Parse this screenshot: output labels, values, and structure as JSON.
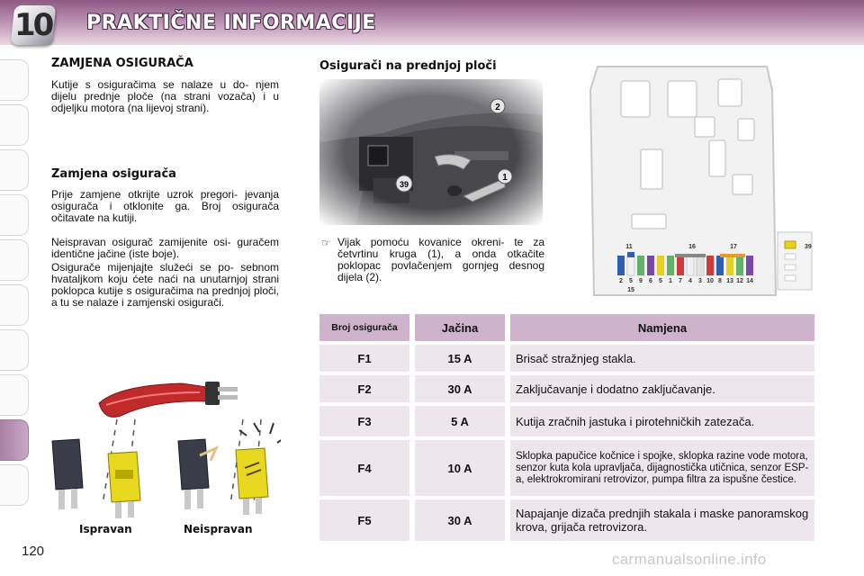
{
  "header": {
    "chapter_number": "10",
    "title": "PRAKTIČNE INFORMACIJE"
  },
  "page_number": "120",
  "left": {
    "section_title": "ZAMJENA OSIGURAČA",
    "intro": "Kutije s osiguračima se nalaze u do- njem dijelu prednje ploče (na strani vozača) i u odjeljku motora (na lijevoj strani).",
    "subsection_title": "Zamjena osigurača",
    "para1": "Prije zamjene otkrijte uzrok pregori- jevanja osigurača i otklonite ga. Broj osigurača očitavate na kutiji.",
    "para2": "Neispravan osigurač zamijenite osi- guračem identične jačine (iste boje).",
    "para3": "Osigurače mijenjajte služeći se po- sebnom hvataljkom koju ćete naći na unutarnjoj strani poklopca kutije s osiguračima na prednjoj ploči, a tu se nalaze i zamjenski osigurači.",
    "label_ok": "Ispravan",
    "label_bad": "Neispravan"
  },
  "right": {
    "section_title": "Osigurači na prednjoj ploči",
    "photo_callouts": [
      "1",
      "2",
      "39"
    ],
    "bullet_text": "Vijak pomoću kovanice okreni- te za četvrtinu kruga (1), a onda otkačite poklopac povlačenjem gornjeg desnog dijela (2).",
    "diagram_labels": {
      "top": [
        "11",
        "16",
        "17"
      ],
      "bottom": [
        "2",
        "5",
        "9",
        "6",
        "5",
        "1",
        "7",
        "4",
        "3",
        "10",
        "8",
        "13",
        "12",
        "14"
      ],
      "below": "15",
      "side": "39"
    }
  },
  "table": {
    "headers": [
      "Broj osigurača",
      "Jačina",
      "Namjena"
    ],
    "rows": [
      {
        "id": "F1",
        "amp": "15 A",
        "use": "Brisač stražnjeg stakla."
      },
      {
        "id": "F2",
        "amp": "30 A",
        "use": "Zaključavanje i dodatno zaključavanje."
      },
      {
        "id": "F3",
        "amp": "5 A",
        "use": "Kutija zračnih jastuka i pirotehničkih zatezača."
      },
      {
        "id": "F4",
        "amp": "10 A",
        "use": "Sklopka papučice kočnice i spojke, sklopka razine vode motora, senzor kuta kola upravljača, dijagnostička utičnica, senzor ESP-a, elektrokromirani retrovizor, pumpa filtra za ispušne čestice."
      },
      {
        "id": "F5",
        "amp": "30 A",
        "use": "Napajanje dizača prednjih stakala i maske panoramskog krova, grijača retrovizora."
      }
    ]
  },
  "watermark": "carmanualsonline.info",
  "colors": {
    "header_purple": "#8e5a86",
    "table_header": "#cfb2cc",
    "table_row": "#eee6ed",
    "fuse_dark": "#3a3d48",
    "fuse_yellow": "#e8d820",
    "puller_red": "#c02a2a"
  }
}
